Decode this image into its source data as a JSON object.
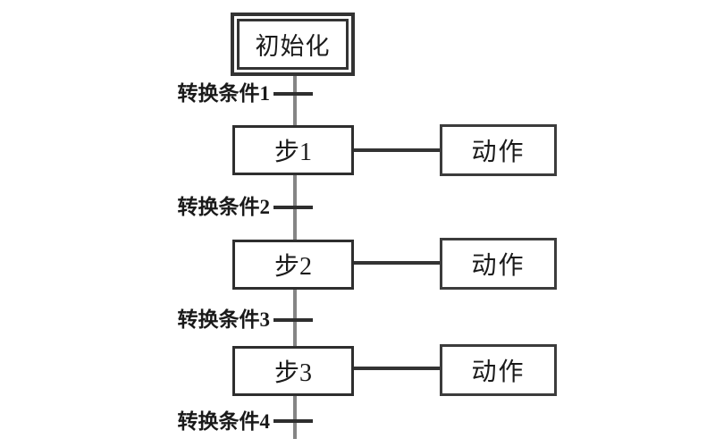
{
  "diagram": {
    "type": "sfc-flowchart",
    "init_step": {
      "label": "初始化"
    },
    "steps": [
      {
        "label": "步1",
        "action": "动作"
      },
      {
        "label": "步2",
        "action": "动作"
      },
      {
        "label": "步3",
        "action": "动作"
      }
    ],
    "transitions": [
      {
        "label": "转换条件1"
      },
      {
        "label": "转换条件2"
      },
      {
        "label": "转换条件3"
      },
      {
        "label": "转换条件4"
      }
    ],
    "colors": {
      "background": "#ffffff",
      "box_border": "#333333",
      "flow_line": "#858585",
      "tick": "#2e2e2e",
      "text": "#1a1a1a"
    }
  }
}
